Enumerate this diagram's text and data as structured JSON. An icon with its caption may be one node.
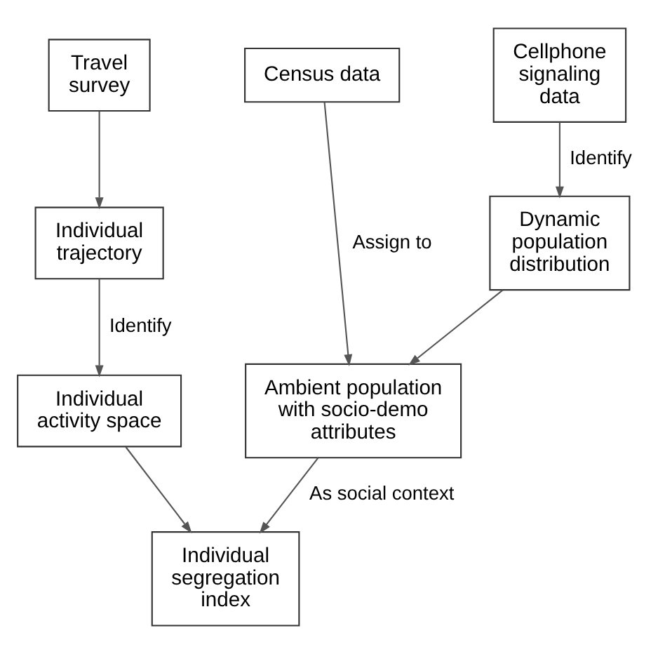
{
  "diagram": {
    "nodes": [
      {
        "text": [
          "Travel survey"
        ]
      },
      {
        "text": [
          "Cellphone signaling data"
        ]
      },
      {
        "text": [
          "Census data"
        ]
      },
      {
        "text": [
          "Individual trajectory"
        ]
      },
      {
        "text": [
          "Dynamic population distribution"
        ]
      },
      {
        "text": [
          "Individual activity space"
        ]
      },
      {
        "text": [
          "Ambient population with socio-demo attributes"
        ]
      },
      {
        "text": [
          "Individual segregation index"
        ]
      }
    ],
    "edges": [
      {
        "from": 0,
        "to": 3,
        "arrow": "to"
      },
      {
        "from": 1,
        "to": 4,
        "arrow": "to",
        "label": "Identify"
      },
      {
        "from": 3,
        "to": 5,
        "arrow": "to",
        "label": "Identify"
      },
      {
        "from": 4,
        "to": 6,
        "arrow": "to"
      },
      {
        "from": 2,
        "to": 6,
        "arrow": "to",
        "label": "Assign to"
      },
      {
        "from": 5,
        "to": 7,
        "arrow": "to"
      },
      {
        "from": 6,
        "to": 7,
        "arrow": "to",
        "label": "As social context"
      }
    ]
  }
}
